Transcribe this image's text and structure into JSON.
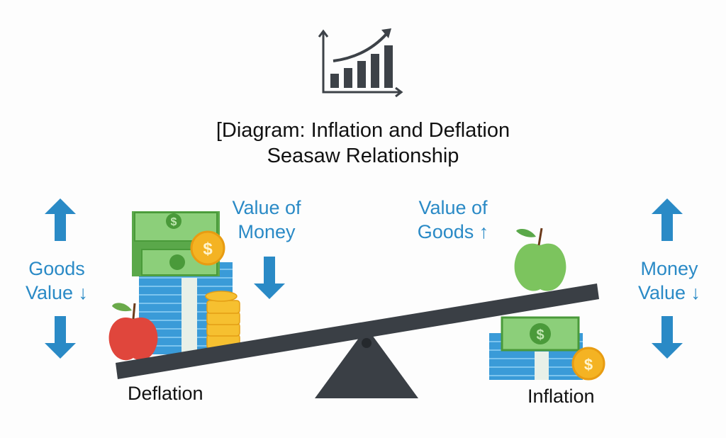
{
  "title": {
    "line1": "[Diagram: Inflation and Deflation",
    "line2": "Seasaw Relationship"
  },
  "left_side": {
    "goods_label": "Goods",
    "value_label": "Value ↓",
    "caption": "Deflation"
  },
  "left_money_label": {
    "line1": "Value of",
    "line2": "Money"
  },
  "right_goods_label": {
    "line1": "Value of",
    "line2": "Goods ↑"
  },
  "right_side": {
    "money_label": "Money",
    "value_label": "Value ↓",
    "caption": "Inflation"
  },
  "colors": {
    "accent_blue": "#2a8ac6",
    "plank": "#3a3f45",
    "bill_green": "#6fbf5f",
    "bill_blue": "#3a9bd8",
    "coin": "#f4b323",
    "red_apple": "#e0463c",
    "green_apple": "#7cc45e"
  },
  "icons": [
    "growth-chart-icon",
    "arrow-up-icon",
    "arrow-down-icon",
    "money-stack-icon",
    "coin-icon",
    "apple-icon",
    "seesaw-icon"
  ]
}
